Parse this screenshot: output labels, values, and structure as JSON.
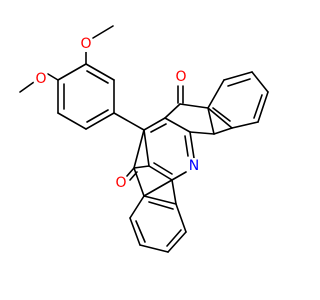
{
  "molecule": {
    "atoms": {
      "o_methoxy_upper": "O",
      "o_methoxy_lower": "O",
      "o_ketone_upper": "O",
      "o_ketone_lower": "O",
      "n_pyridine": "N"
    },
    "colors": {
      "bond": "#000000",
      "oxygen": "#ff0000",
      "nitrogen": "#0000ff"
    }
  }
}
